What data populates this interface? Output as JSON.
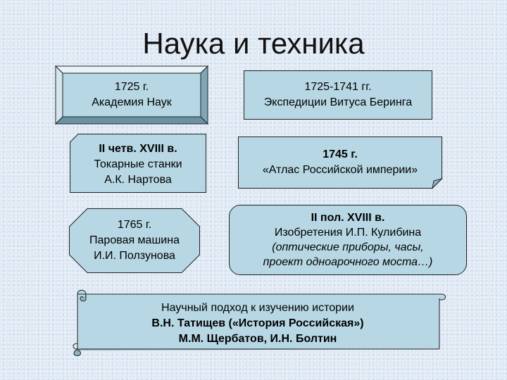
{
  "title": "Наука и техника",
  "colors": {
    "box_fill": "#b7d7e4",
    "box_stroke": "#222222",
    "bevel_light": "#e8f3f7",
    "bevel_dark": "#7fa6b6"
  },
  "boxes": {
    "academy": {
      "year": "1725 г.",
      "text": "Академия Наук"
    },
    "bering": {
      "year": "1725-1741 гг.",
      "text": "Экспедиции Витуса Беринга"
    },
    "nartov": {
      "year": "II четв. XVIII в.",
      "line2": "Токарные станки",
      "line3": "А.К. Нартова"
    },
    "atlas": {
      "year": "1745 г.",
      "text": "«Атлас Российской империи»"
    },
    "polzunov": {
      "year": "1765 г.",
      "line2": "Паровая машина",
      "line3": "И.И. Ползунова"
    },
    "kulibin": {
      "year": "II пол.  XVIII в.",
      "line2": "Изобретения И.П. Кулибина",
      "line3": "(оптические приборы, часы,",
      "line4": "проект одноарочного моста…)"
    },
    "tatishchev": {
      "line1": "Научный подход к изучению истории",
      "line2": "В.Н. Татищев («История Российская»)",
      "line3": "М.М. Щербатов, И.Н. Болтин"
    }
  }
}
